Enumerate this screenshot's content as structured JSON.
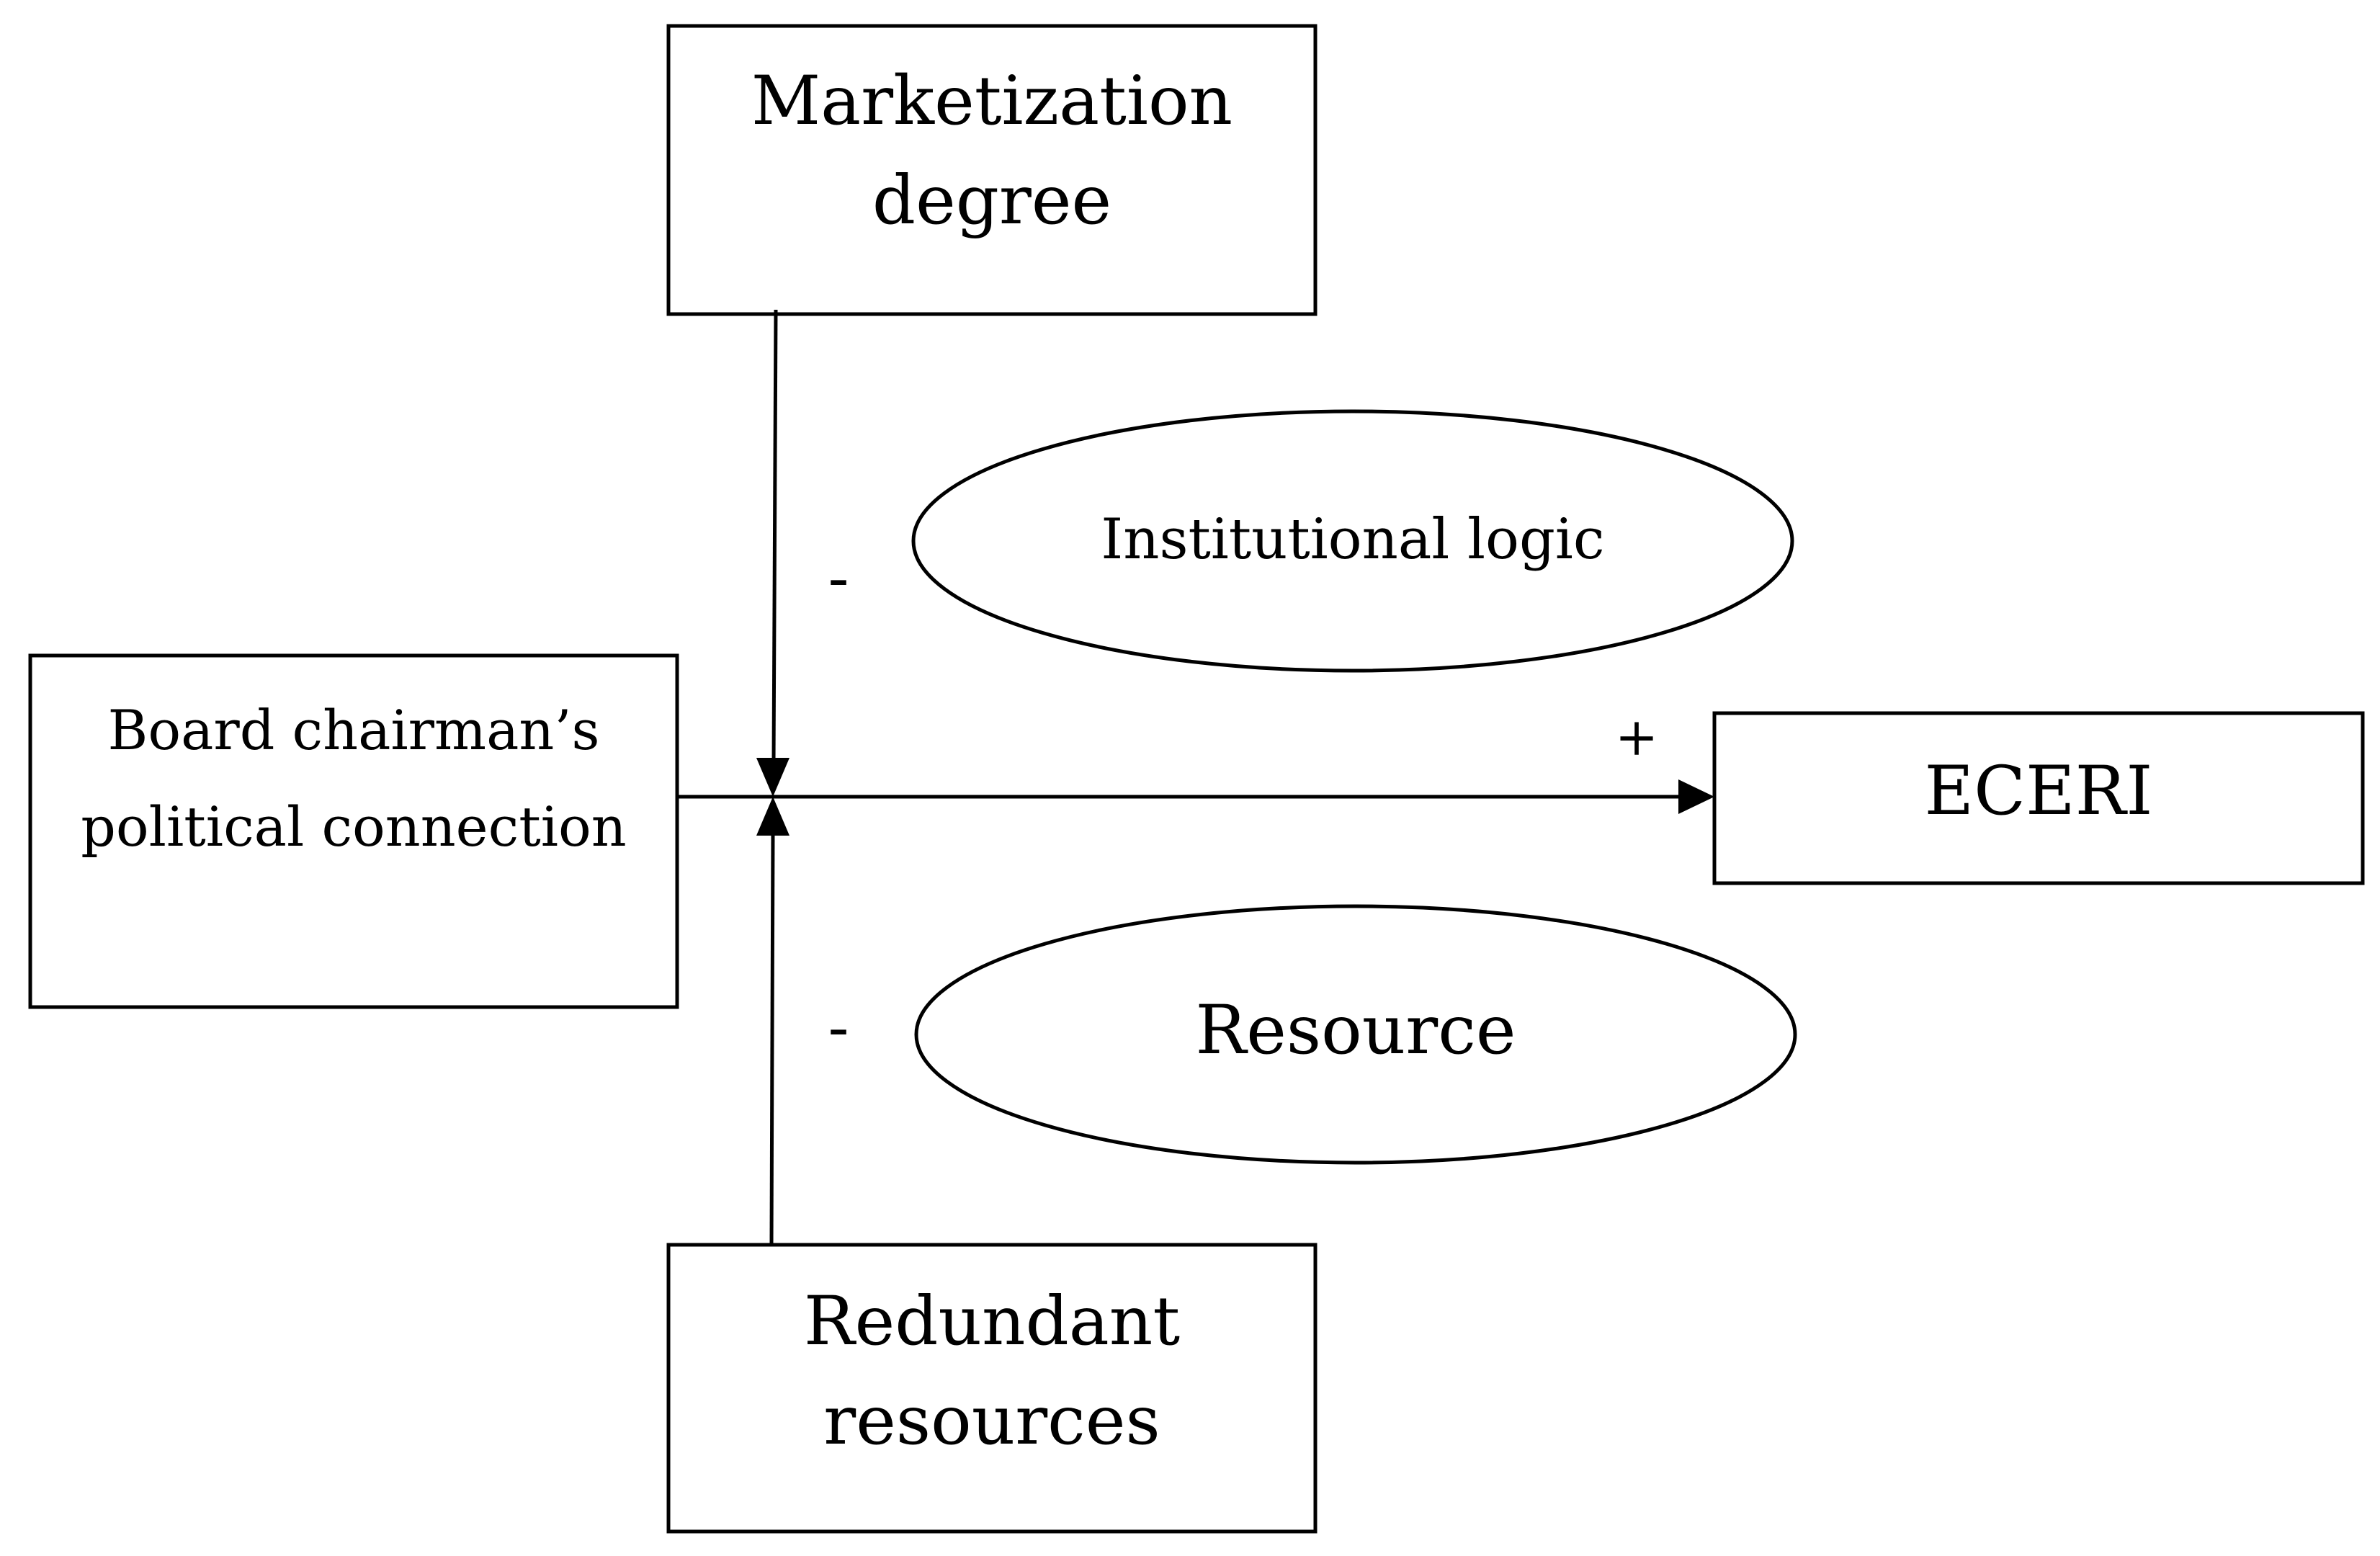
{
  "nodes": {
    "marketization": {
      "line1": "Marketization",
      "line2": "degree"
    },
    "board": {
      "line1": "Board chairman’s",
      "line2": "political connection"
    },
    "eceri": {
      "label": "ECERI"
    },
    "redundant": {
      "line1": "Redundant",
      "line2": "resources"
    },
    "institutional": {
      "label": "Institutional logic"
    },
    "resource": {
      "label": "Resource"
    }
  },
  "signs": {
    "top_moderation": "-",
    "bottom_moderation": "-",
    "main_effect": "+"
  }
}
